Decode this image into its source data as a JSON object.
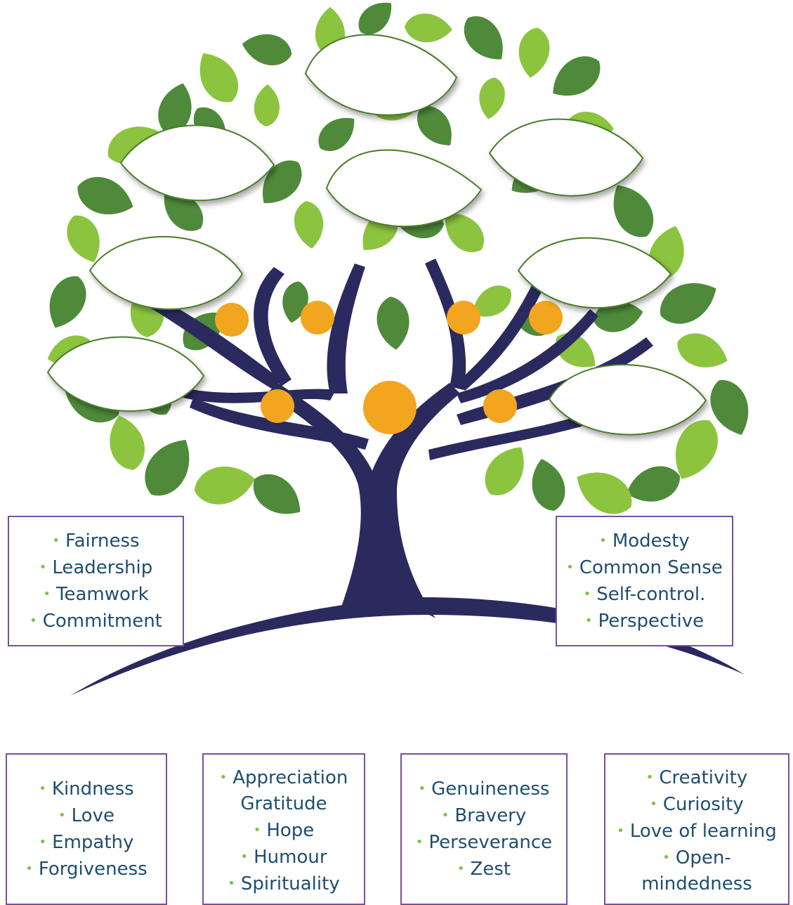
{
  "colors": {
    "trunk": "#2b2a5e",
    "leaf_light": "#8cc43f",
    "leaf_dark": "#4f8a3a",
    "fruit": "#f2a51f",
    "box_border": "#7b4fa0",
    "text": "#1f4e6e",
    "bullet": "#7dc142"
  },
  "boxes": [
    {
      "items": [
        "Fairness",
        "Leadership",
        "Teamwork",
        "Commitment"
      ]
    },
    {
      "items": [
        "Modesty",
        "Common Sense",
        "Self-control.",
        "Perspective"
      ]
    },
    {
      "items": [
        "Kindness",
        "Love",
        "Empathy",
        "Forgiveness"
      ]
    },
    {
      "items": [
        "Appreciation Gratitude",
        "Hope",
        "Humour",
        "Spirituality"
      ]
    },
    {
      "items": [
        "Genuineness",
        "Bravery",
        "Perseverance",
        "Zest"
      ]
    },
    {
      "items": [
        "Creativity",
        "Curiosity",
        "Love of learning",
        "Open-mindedness"
      ]
    }
  ]
}
